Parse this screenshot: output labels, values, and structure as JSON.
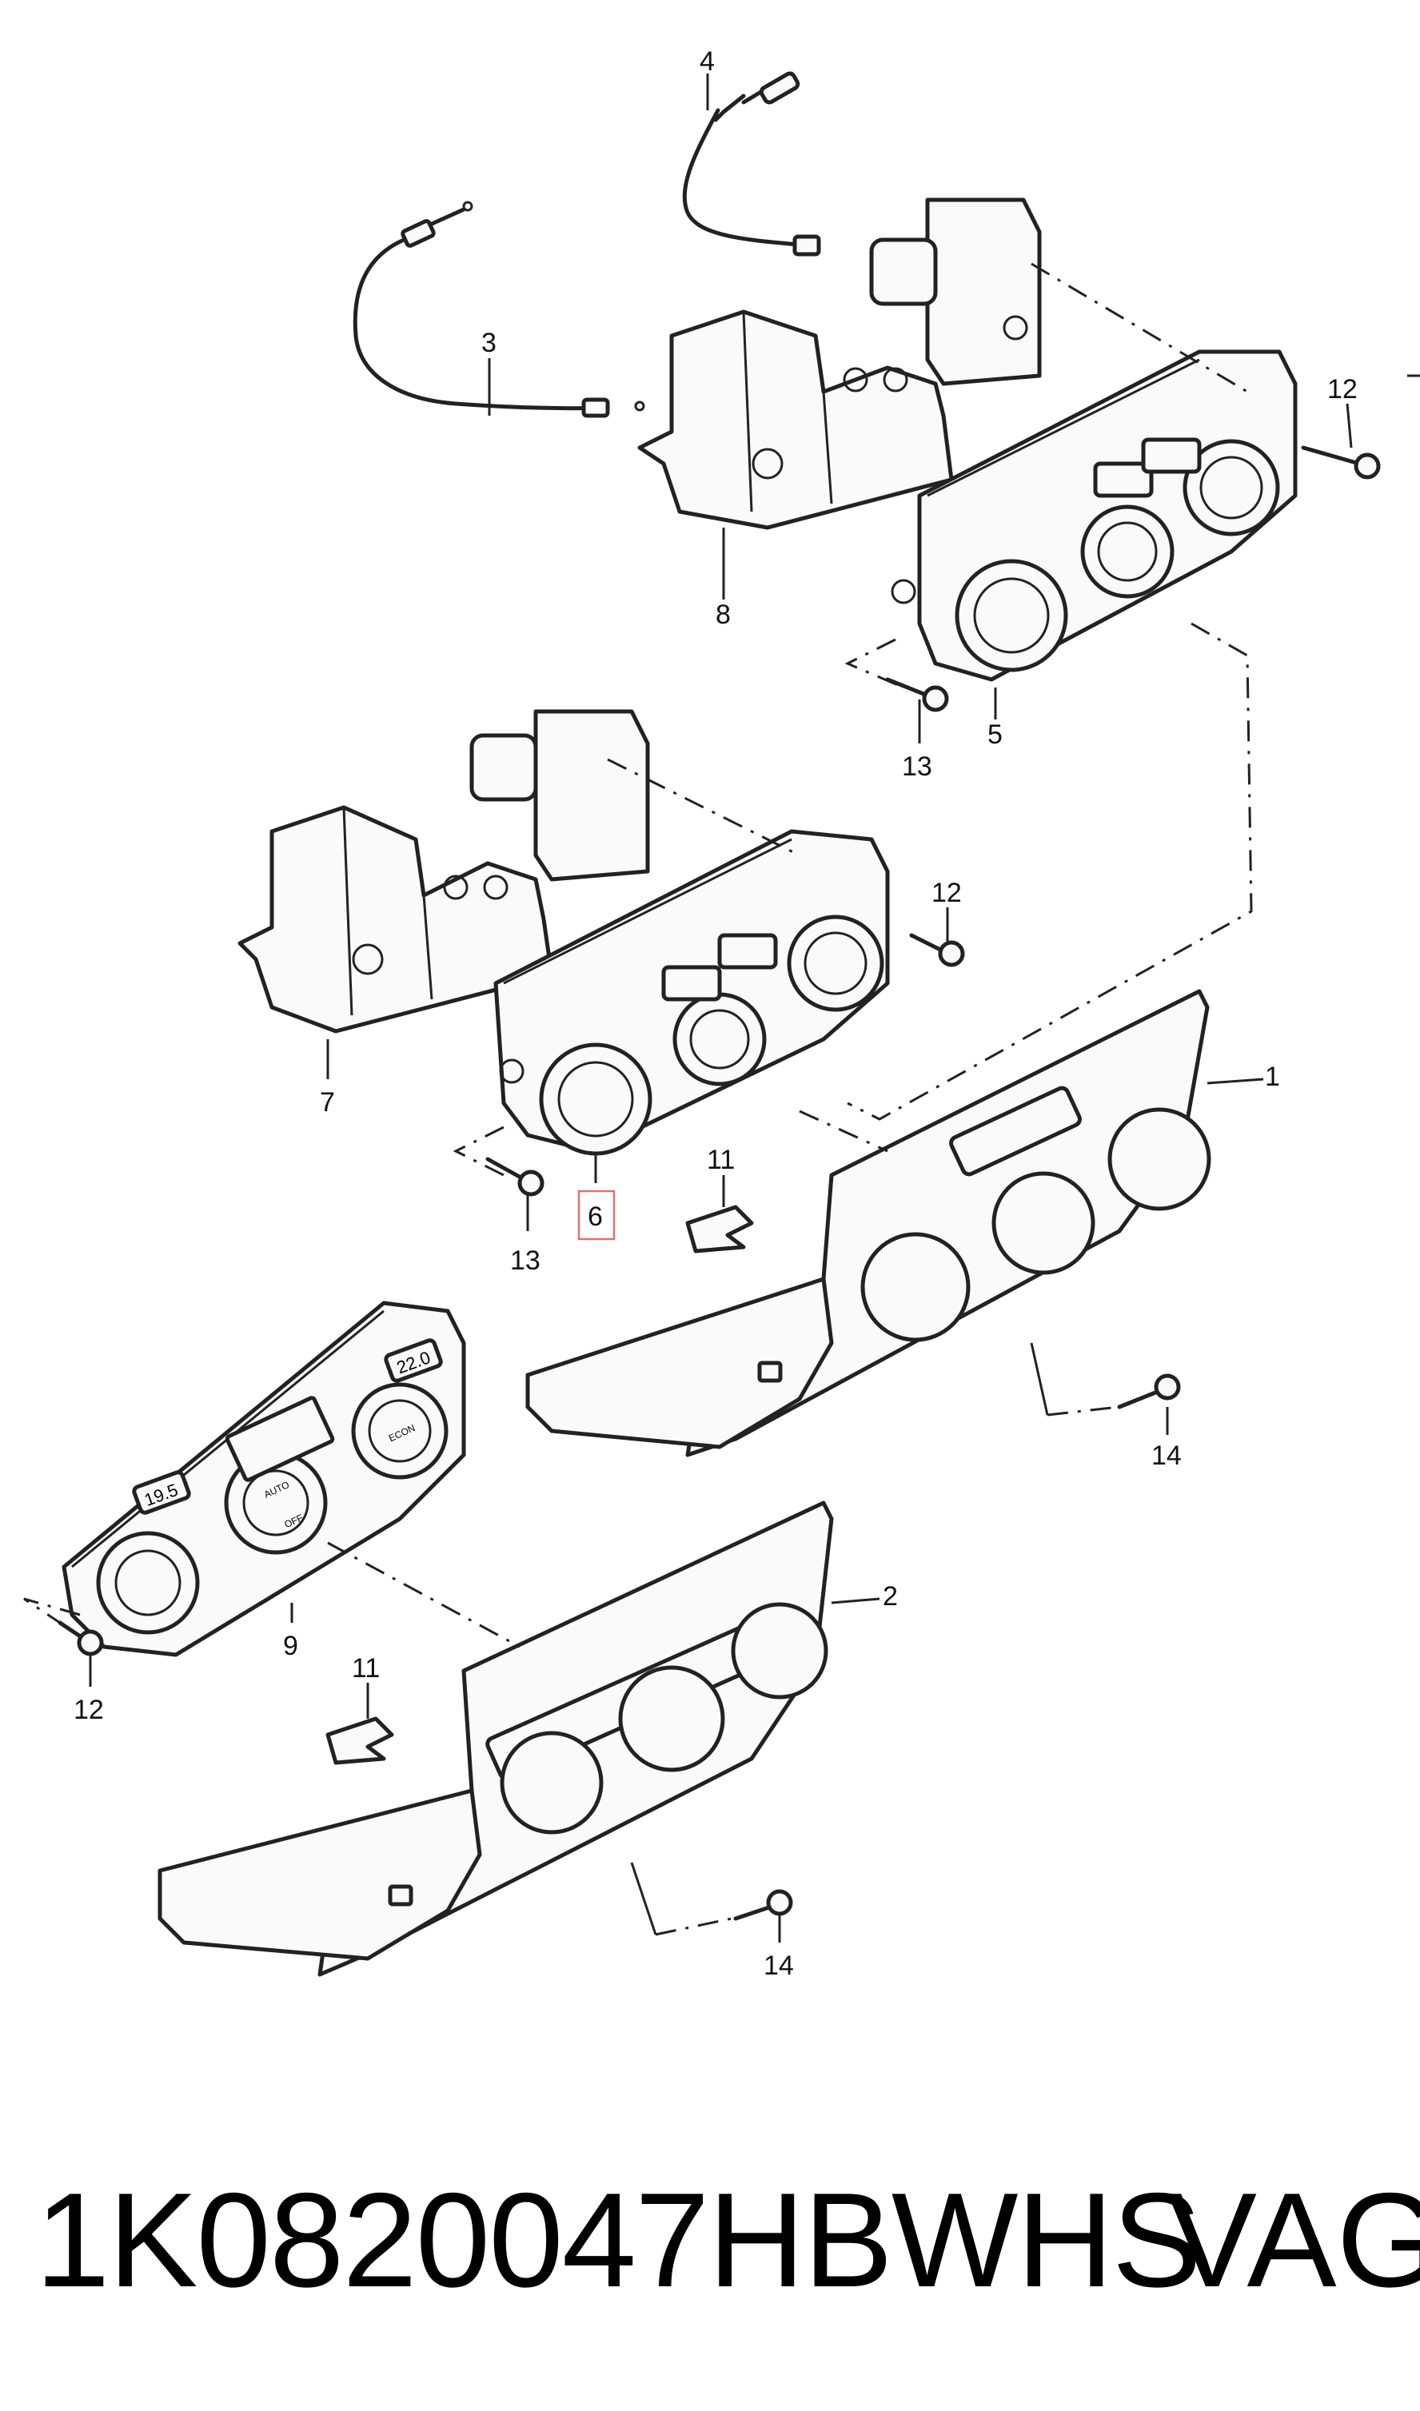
{
  "diagram": {
    "callouts": {
      "c1": "1",
      "c2": "2",
      "c3": "3",
      "c4": "4",
      "c5": "5",
      "c6": "6",
      "c7": "7",
      "c8": "8",
      "c9": "9",
      "c11a": "11",
      "c11b": "11",
      "c12a": "12",
      "c12b": "12",
      "c12c": "12",
      "c13a": "13",
      "c13b": "13",
      "c14a": "14",
      "c14b": "14"
    },
    "highlighted_callout": "6",
    "display_temps": {
      "left": "19.5",
      "right": "22.0"
    },
    "knob_labels": {
      "auto": "AUTO",
      "econ": "ECON",
      "off": "OFF"
    },
    "highlight_color": "#e07070"
  },
  "footer": {
    "part_number": "1K0820047HBWHS",
    "brand": "VAG"
  }
}
